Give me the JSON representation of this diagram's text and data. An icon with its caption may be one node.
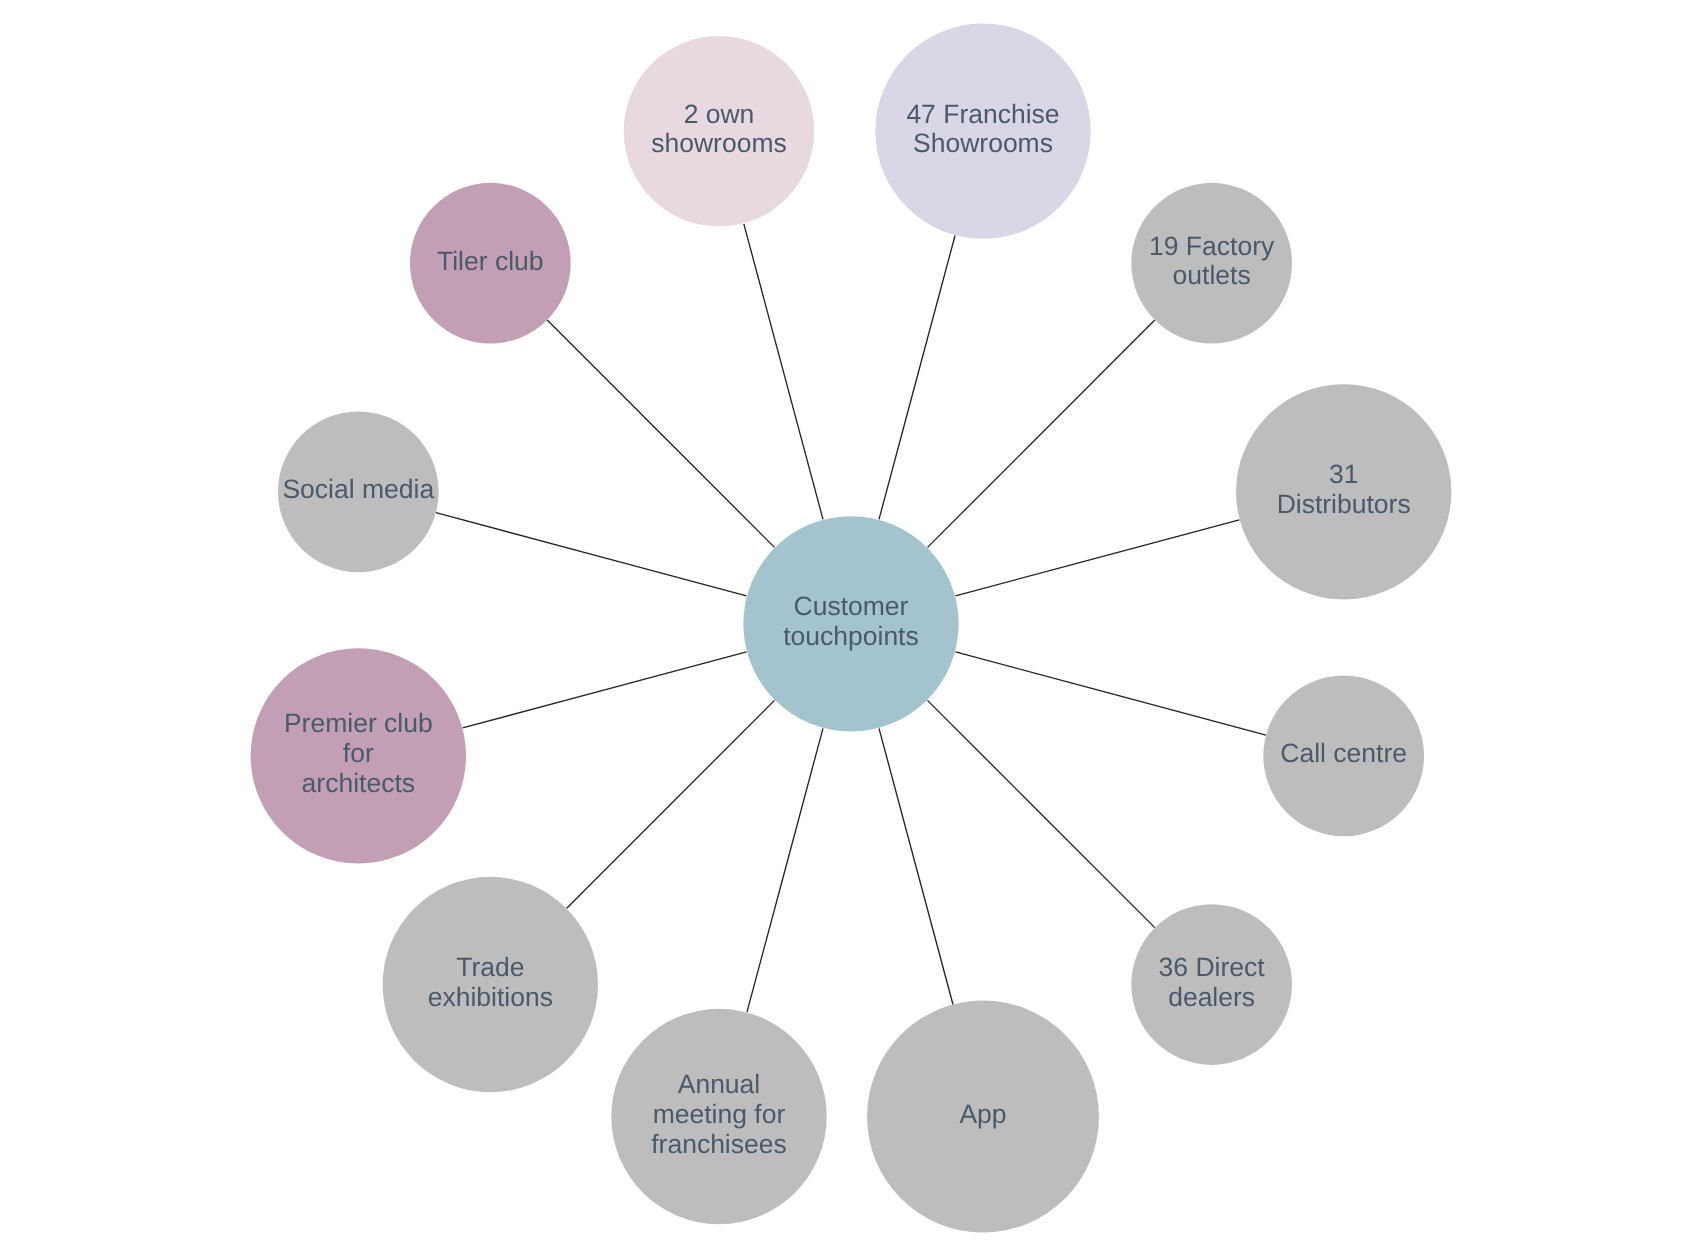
{
  "diagram": {
    "nodes": [
      {
        "text": [
          "Customer touchpoints"
        ]
      },
      {
        "text": [
          "31 Distributors"
        ]
      },
      {
        "text": [
          "19 Factory outlets"
        ]
      },
      {
        "text": [
          "47 Franchise Showrooms"
        ]
      },
      {
        "text": [
          "2 own showrooms"
        ]
      },
      {
        "text": [
          "Tiler club"
        ]
      },
      {
        "text": [
          "Social media"
        ]
      },
      {
        "text": [
          "Premier club for architects"
        ]
      },
      {
        "text": [
          "Trade exhibitions"
        ]
      },
      {
        "text": [
          "Annual meeting for franchisees"
        ]
      },
      {
        "text": [
          "App"
        ]
      },
      {
        "text": [
          "36 Direct dealers"
        ]
      },
      {
        "text": [
          "Call centre"
        ]
      }
    ],
    "edges": [
      {
        "from": 0,
        "to": 1,
        "arrow": "none"
      },
      {
        "from": 0,
        "to": 2,
        "arrow": "none"
      },
      {
        "from": 0,
        "to": 3,
        "arrow": "none"
      },
      {
        "from": 0,
        "to": 4,
        "arrow": "none"
      },
      {
        "from": 0,
        "to": 5,
        "arrow": "none"
      },
      {
        "from": 0,
        "to": 7,
        "arrow": "none"
      },
      {
        "from": 0,
        "to": 10,
        "arrow": "none"
      },
      {
        "from": 0,
        "to": 12,
        "arrow": "none"
      },
      {
        "from": 0,
        "to": 9,
        "arrow": "none"
      },
      {
        "from": 0,
        "to": 11,
        "arrow": "none"
      },
      {
        "from": 0,
        "to": 8,
        "arrow": "none"
      },
      {
        "from": 0,
        "to": 6,
        "arrow": "none"
      }
    ]
  }
}
